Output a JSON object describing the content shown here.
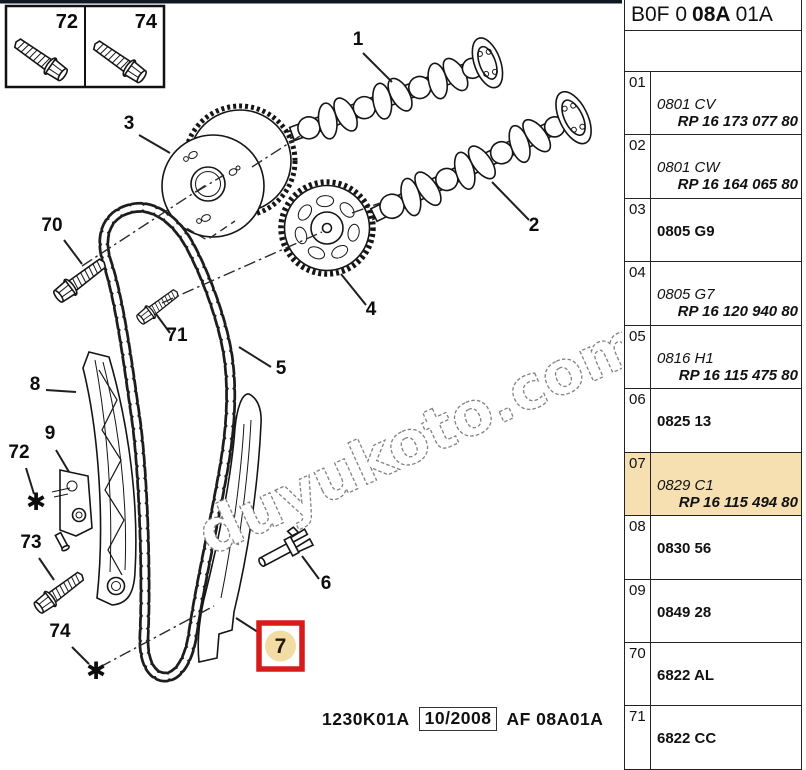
{
  "header": {
    "prefix": "B0F 0",
    "bold": "08A",
    "suffix": "01A"
  },
  "parts_table": {
    "rows": [
      {
        "num": "01",
        "code": "0801 CV",
        "rp": "RP 16 173 077 80",
        "highlight": false
      },
      {
        "num": "02",
        "code": "0801 CW",
        "rp": "RP 16 164 065 80",
        "highlight": false
      },
      {
        "num": "03",
        "code": "0805 G9",
        "highlight": false
      },
      {
        "num": "04",
        "code": "0805 G7",
        "rp": "RP 16 120 940 80",
        "highlight": false
      },
      {
        "num": "05",
        "code": "0816 H1",
        "rp": "RP 16 115 475 80",
        "highlight": false
      },
      {
        "num": "06",
        "code": "0825 13",
        "highlight": false
      },
      {
        "num": "07",
        "code": "0829 C1",
        "rp": "RP 16 115 494 80",
        "highlight": true
      },
      {
        "num": "08",
        "code": "0830 56",
        "highlight": false
      },
      {
        "num": "09",
        "code": "0849 28",
        "highlight": false
      },
      {
        "num": "70",
        "code": "6822 AL",
        "highlight": false
      },
      {
        "num": "71",
        "code": "6822 CC",
        "highlight": false
      }
    ]
  },
  "legend": {
    "items": [
      {
        "label": "72"
      },
      {
        "label": "74"
      }
    ]
  },
  "diagram": {
    "callouts": {
      "c1": "1",
      "c2": "2",
      "c3": "3",
      "c4": "4",
      "c5": "5",
      "c6": "6",
      "c7": "7",
      "c8": "8",
      "c9": "9",
      "c70": "70",
      "c71": "71",
      "c72": "72",
      "c73": "73",
      "c74": "74"
    },
    "highlighted_callout": "7"
  },
  "footer": {
    "drawing_ref": "1230K01A",
    "date": "10/2008",
    "sheet_ref": "AF 08A01A"
  },
  "watermark": {
    "text": "duyukoto.com"
  },
  "colors": {
    "highlight_row": "#f6e0b2",
    "callout_box_red": "#d61b1b",
    "callout_circle_tan": "#f3dba4"
  }
}
